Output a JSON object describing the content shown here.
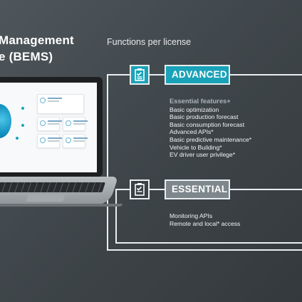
{
  "title": {
    "line1": "Management",
    "line2": "e (BEMS)"
  },
  "subhead": "Functions per license",
  "tiers": {
    "advanced": {
      "label": "ADVANCED",
      "heading": "Essential features+",
      "features": [
        "Basic optimization",
        "Basic production forecast",
        "Basic consumption forecast",
        "Advanced APIs*",
        "Basic predictive maintenance*",
        "Vehicle to Building*",
        "EV driver user privilege*"
      ]
    },
    "essential": {
      "label": "ESSENTIAL",
      "features": [
        "Monitoring APIs",
        "Remote and local* access"
      ]
    }
  },
  "colors": {
    "accent": "#1aa2b8",
    "essential": "#7e878c",
    "line": "#e9eef0",
    "background": "#41484c"
  },
  "icons": {
    "tier_icon": "checklist-icon"
  }
}
